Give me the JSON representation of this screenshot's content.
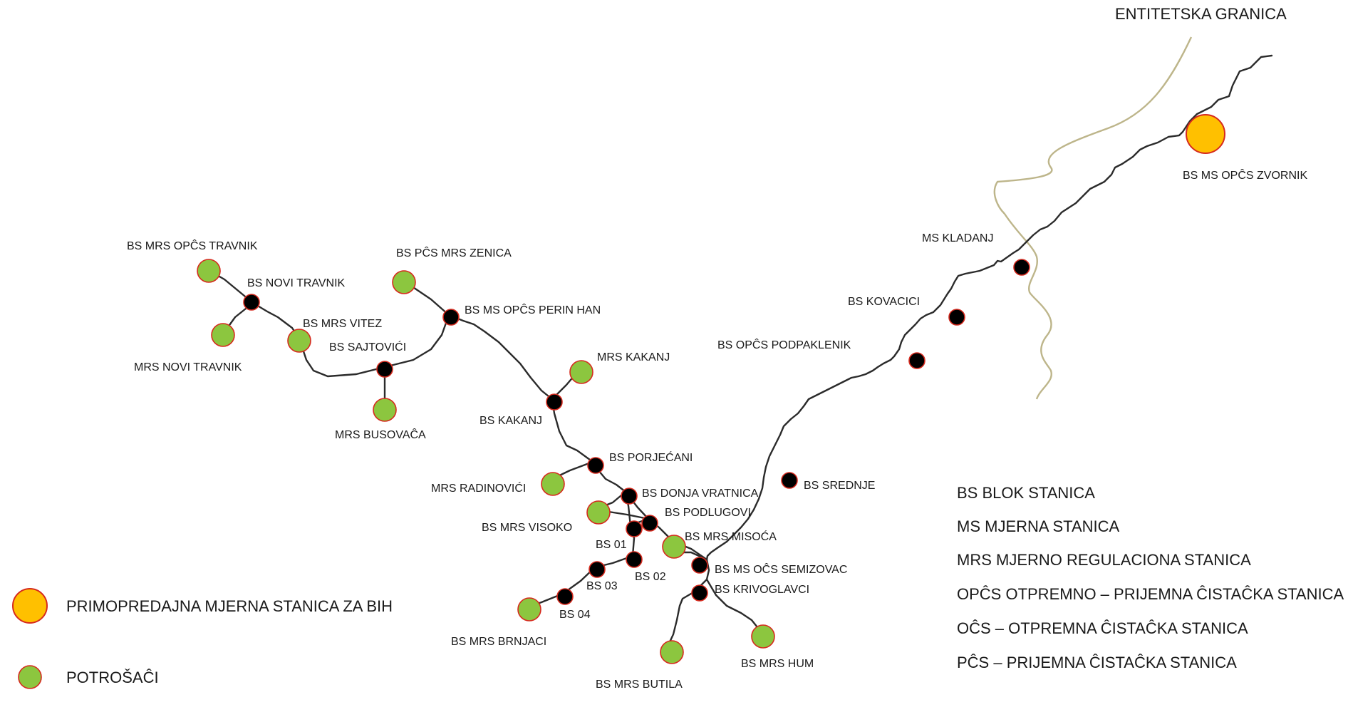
{
  "border_label": "ENTITETSKA GRANICA",
  "stations": [
    {
      "id": "zvornik",
      "label": "BS MS OPĈS ZVORNIK",
      "type": "handover"
    },
    {
      "id": "kladanj",
      "label": "MS KLADANJ",
      "type": "block"
    },
    {
      "id": "kovacici",
      "label": "BS KOVACICI",
      "type": "block"
    },
    {
      "id": "podpaklenik",
      "label": "BS OPĈS PODPAKLENIK",
      "type": "block"
    },
    {
      "id": "srednje",
      "label": "BS SREDNJE",
      "type": "block"
    },
    {
      "id": "semizovac",
      "label": "BS MS OĈS SEMIZOVAC",
      "type": "block"
    },
    {
      "id": "krivoglavci",
      "label": "BS KRIVOGLAVCI",
      "type": "block"
    },
    {
      "id": "butila",
      "label": "BS MRS BUTILA",
      "type": "consumer"
    },
    {
      "id": "hum",
      "label": "BS MRS HUM",
      "type": "consumer"
    },
    {
      "id": "misoca",
      "label": "BS MRS MISOĆA",
      "type": "consumer"
    },
    {
      "id": "podlugovi",
      "label": "BS PODLUGOVI",
      "type": "block"
    },
    {
      "id": "donja_vratnica",
      "label": "BS DONJA VRATNICA",
      "type": "block"
    },
    {
      "id": "visoko",
      "label": "BS MRS VISOKO",
      "type": "consumer"
    },
    {
      "id": "bs01",
      "label": "BS 01",
      "type": "block"
    },
    {
      "id": "bs02",
      "label": "BS 02",
      "type": "block"
    },
    {
      "id": "bs03",
      "label": "BS 03",
      "type": "block"
    },
    {
      "id": "bs04",
      "label": "BS 04",
      "type": "block"
    },
    {
      "id": "brnjaci",
      "label": "BS MRS BRNJACI",
      "type": "consumer"
    },
    {
      "id": "porjecani",
      "label": "BS PORJEĆANI",
      "type": "block"
    },
    {
      "id": "radinovici",
      "label": "MRS RADINOVIĆI",
      "type": "consumer"
    },
    {
      "id": "kakanj",
      "label": "BS KAKANJ",
      "type": "block"
    },
    {
      "id": "mrs_kakanj",
      "label": "MRS KAKANJ",
      "type": "consumer"
    },
    {
      "id": "perin_han",
      "label": "BS MS OPĈS PERIN HAN",
      "type": "block"
    },
    {
      "id": "zenica",
      "label": "BS PĈS MRS ZENICA",
      "type": "consumer"
    },
    {
      "id": "sajtovici",
      "label": "BS SAJTOVIĆI",
      "type": "block"
    },
    {
      "id": "busovaca",
      "label": "MRS BUSOVAĈA",
      "type": "consumer"
    },
    {
      "id": "vitez",
      "label": "BS MRS VITEZ",
      "type": "consumer"
    },
    {
      "id": "novi_travnik",
      "label": "BS NOVI TRAVNIK",
      "type": "block"
    },
    {
      "id": "mrs_novi_travnik",
      "label": "MRS NOVI TRAVNIK",
      "type": "consumer"
    },
    {
      "id": "travnik",
      "label": "BS MRS OPĈS TRAVNIK",
      "type": "consumer"
    }
  ],
  "legend_symbols": {
    "handover": "PRIMOPREDAJNA MJERNA STANICA ZA BIH",
    "consumers": "POTROŠAĈI"
  },
  "abbreviations": [
    "BS BLOK STANICA",
    "MS MJERNA STANICA",
    "MRS MJERNO REGULACIONA STANICA",
    "OPĈS OTPREMNO – PRIJEMNA ĈISTAĈKA STANICA",
    "OĈS – OTPREMNA ĈISTAĈKA STANICA",
    "PĈS – PRIJEMNA ĈISTAĈKA STANICA"
  ],
  "colors": {
    "pipeline": "#2b2b2b",
    "border": "#bdb58a",
    "block_node": "#000000",
    "node_outline": "#d62a1e",
    "consumer": "#8cc63f",
    "handover": "#ffc000"
  }
}
